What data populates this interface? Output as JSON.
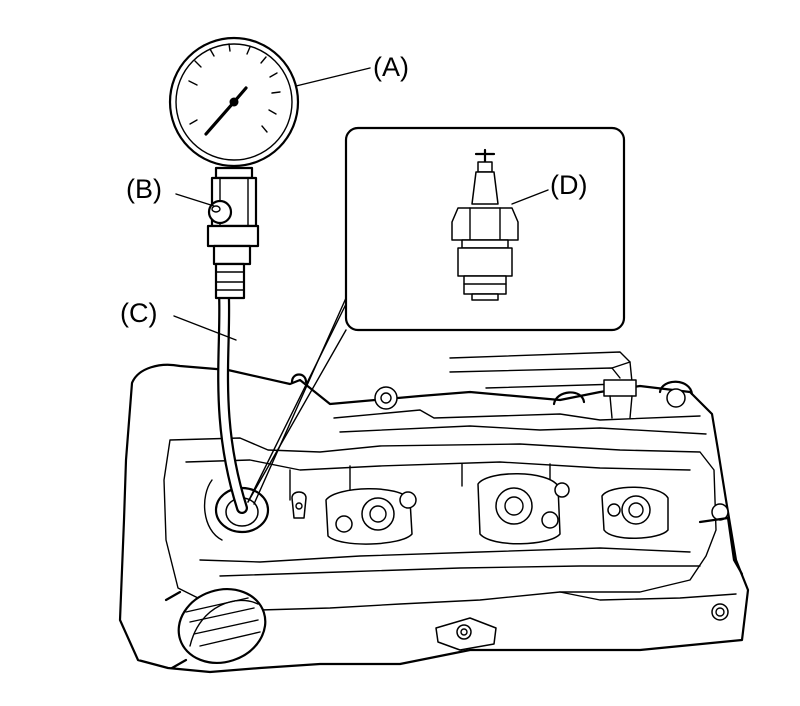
{
  "labels": {
    "a": "(A)",
    "b": "(B)",
    "c": "(C)",
    "d": "(D)"
  },
  "colors": {
    "line": "#000000",
    "background": "#ffffff"
  }
}
